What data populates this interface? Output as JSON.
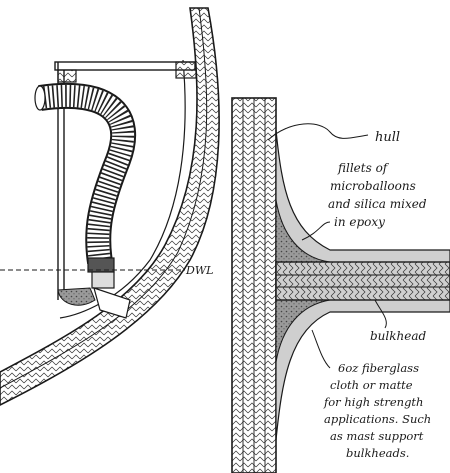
{
  "labels": {
    "dwl": "DWL",
    "hull": "hull",
    "fillets": [
      "fillets of",
      "microballoons",
      "and silica mixed",
      "in epoxy"
    ],
    "bulkhead": "bulkhead",
    "fiberglass": [
      "6oz fiberglass",
      "cloth or matte",
      "for high strength",
      "applications. Such",
      "as mast support",
      "bulkheads."
    ]
  },
  "colors": {
    "ink": "#1a1a1a",
    "paper": "#ffffff",
    "fillet_shade": "#8a8a8a"
  }
}
